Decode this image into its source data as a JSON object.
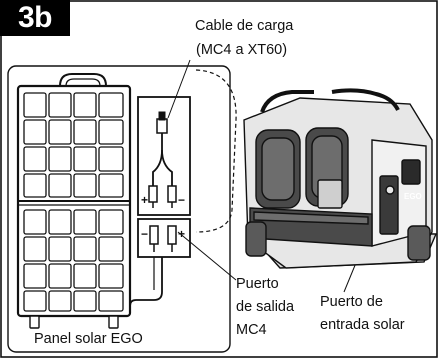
{
  "step": "3b",
  "labels": {
    "cable_line1": "Cable de carga",
    "cable_line2": "(MC4 a XT60)",
    "output_port_line1": "Puerto",
    "output_port_line2": "de salida",
    "output_port_line3": "MC4",
    "input_port_line1": "Puerto de",
    "input_port_line2": "entrada solar",
    "panel_name": "Panel solar EGO"
  },
  "connector_signs": {
    "plus": "+",
    "minus": "−"
  },
  "device_logo_text": "EGO",
  "colors": {
    "badge_bg": "#000000",
    "badge_text": "#ffffff",
    "line": "#111111",
    "device_light": "#e4e4e4",
    "device_dark": "#3a3a3a"
  }
}
